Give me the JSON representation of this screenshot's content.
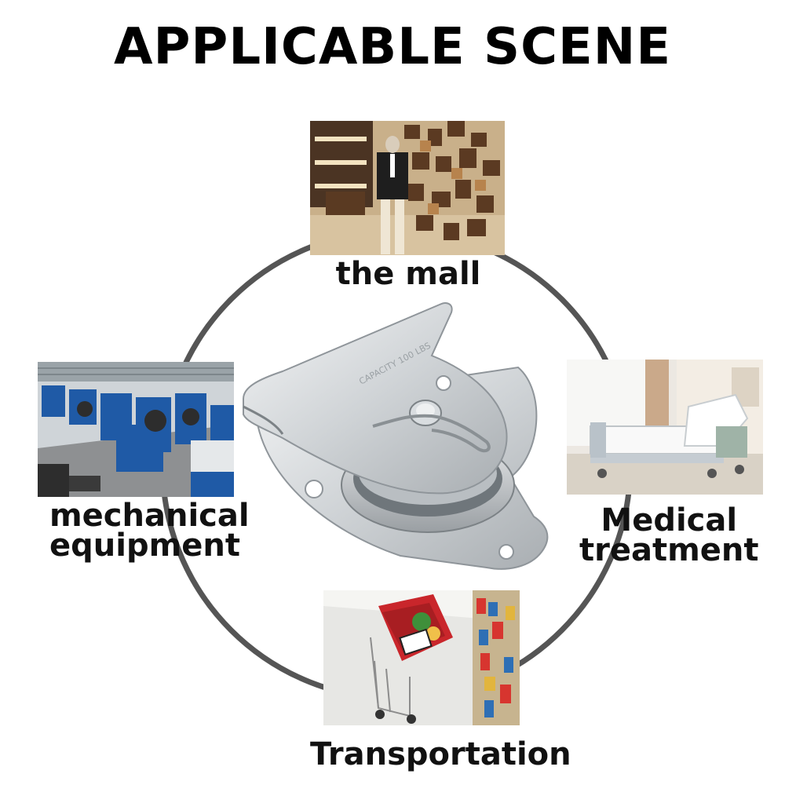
{
  "title": "APPLICABLE SCENE",
  "scenes": {
    "mall": {
      "label": "the mall"
    },
    "mechanical": {
      "line1": "mechanical",
      "line2": "equipment"
    },
    "medical": {
      "line1": "Medical",
      "line2": "treatment"
    },
    "transportation": {
      "label": "Transportation"
    }
  },
  "product": {
    "stamp": "CAPACITY 100 LBS"
  },
  "colors": {
    "ring": "#555555",
    "title": "#000000"
  }
}
